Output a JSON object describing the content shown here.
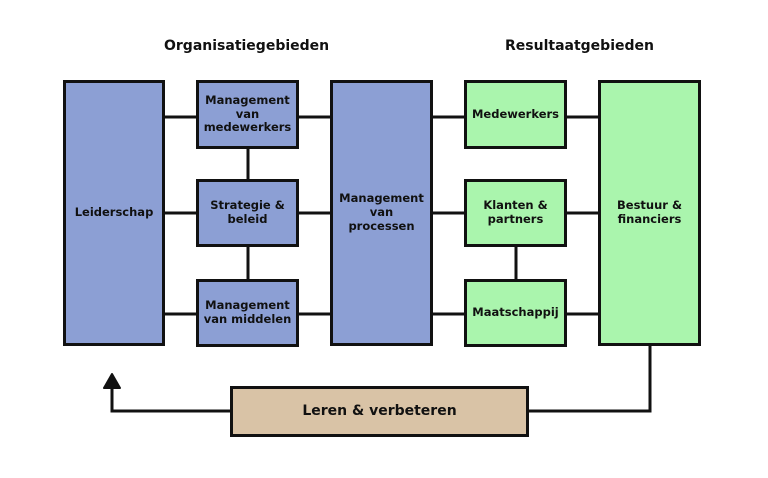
{
  "headings": {
    "organisation": "Organisatiegebieden",
    "results": "Resultaatgebieden"
  },
  "boxes": {
    "leadership": "Leiderschap",
    "people_management": "Management\nvan\nmedewerkers",
    "strategy_policy": "Strategie &\nbeleid",
    "resource_management": "Management\nvan middelen",
    "process_management": "Management\nvan processen",
    "employees": "Medewerkers",
    "customers_partners": "Klanten &\npartners",
    "society": "Maatschappij",
    "governance_financiers": "Bestuur &\nfinanciers",
    "learn_improve": "Leren & verbeteren"
  },
  "colors": {
    "organisation_fill": "#8c9fd4",
    "results_fill": "#aaf5ad",
    "feedback_fill": "#d9c3a6",
    "stroke": "#111111"
  }
}
